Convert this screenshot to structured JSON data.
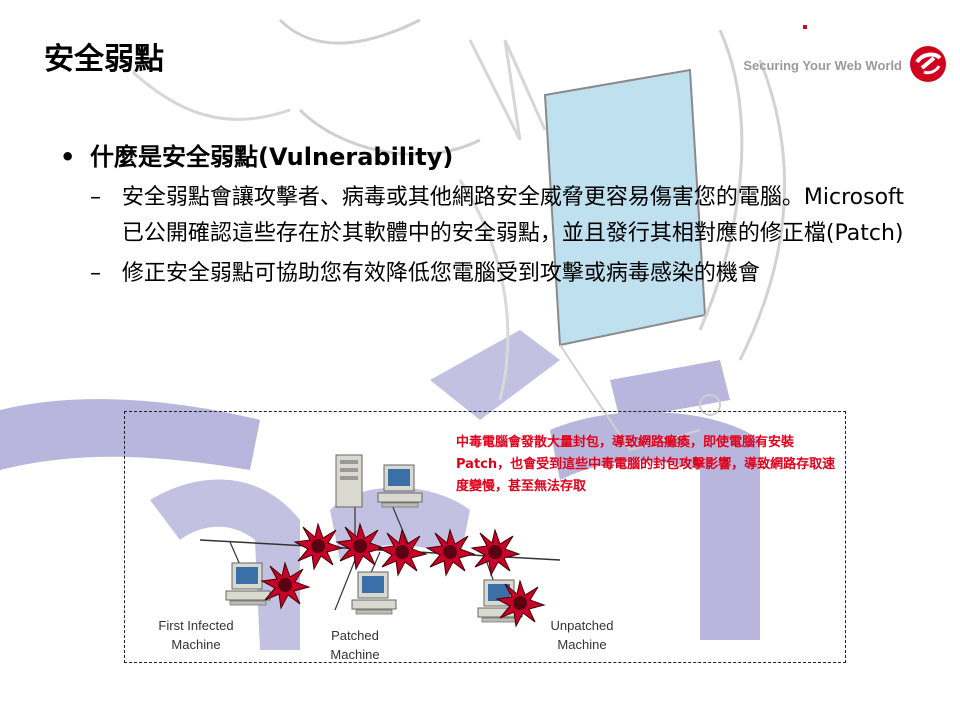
{
  "slide": {
    "title": "安全弱點",
    "brand": {
      "tagline": "Securing Your Web World",
      "logo_icon": "trend-micro-logo-icon",
      "accent_color": "#d1001c"
    },
    "bullet": {
      "marker": "•",
      "text": "什麼是安全弱點(Vulnerability)"
    },
    "sub_points": [
      {
        "marker": "–",
        "text": "安全弱點會讓攻擊者、病毒或其他網路安全威脅更容易傷害您的電腦。Microsoft 已公開確認這些存在於其軟體中的安全弱點，並且發行其相對應的修正檔(Patch)"
      },
      {
        "marker": "–",
        "text": "修正安全弱點可協助您有效降低您電腦受到攻擊或病毒感染的機會"
      }
    ],
    "diagram": {
      "alert_text": "中毒電腦會發散大量封包，導致網路癱瘓，即使電腦有安裝Patch，也會受到這些中毒電腦的封包攻擊影響，導致網路存取速度變慢，甚至無法存取",
      "alert_color": "#e0001b",
      "burst_color": "#c8002a",
      "labels": {
        "first_infected": "First Infected Machine",
        "patched": "Patched Machine",
        "unpatched": "Unpatched Machine"
      },
      "icons": [
        "server-icon",
        "desktop-computer-icon",
        "virus-burst-icon"
      ]
    }
  }
}
